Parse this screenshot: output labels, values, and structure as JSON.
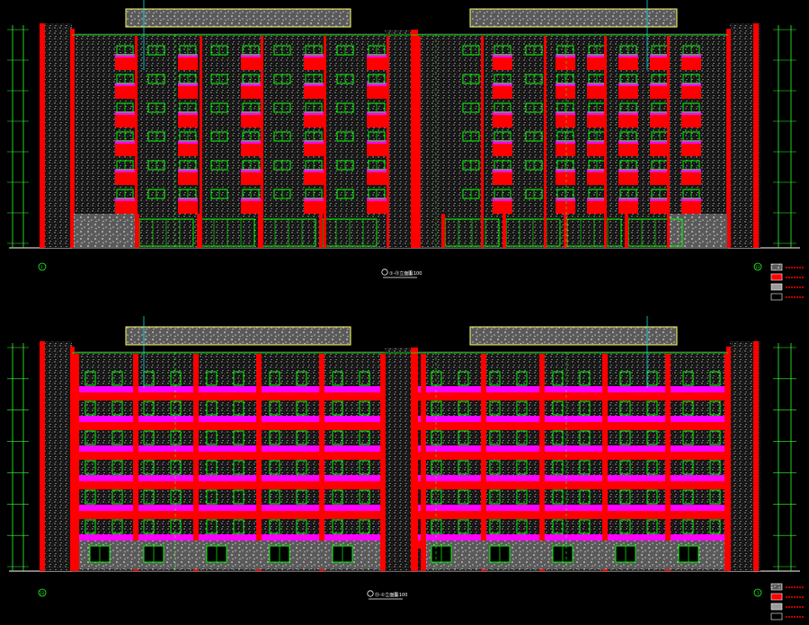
{
  "drawing": {
    "background": "#000000",
    "views": [
      {
        "id": "front",
        "title": "①-⑬立面图",
        "scale": "1:100",
        "axis_start": "1",
        "axis_end": "13",
        "facade": "windows"
      },
      {
        "id": "back",
        "title": "⑬-①立面图",
        "scale": "1:100",
        "axis_start": "13",
        "axis_end": "1",
        "facade": "balconies"
      }
    ],
    "colors": {
      "wall_red": "#ff0000",
      "band_magenta": "#ff00ff",
      "window_green": "#00ff00",
      "roof_yellow": "#ffff66",
      "texture_gray": "#8c8c8c",
      "dim_green": "#33ff33",
      "leader_cyan": "#00ffff"
    },
    "floors": 6,
    "legend_swatches": [
      "texture-gray",
      "red",
      "gray-light",
      "white-outline"
    ]
  }
}
